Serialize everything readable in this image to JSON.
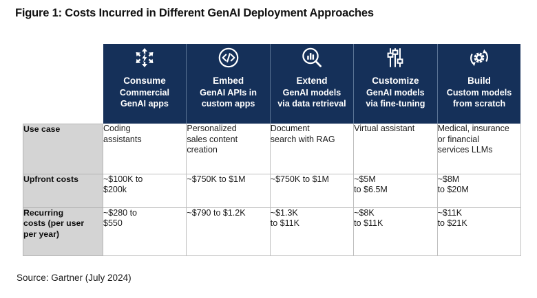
{
  "figure": {
    "title": "Figure 1: Costs Incurred in Different GenAI Deployment Approaches",
    "source": "Source: Gartner (July 2024)"
  },
  "colors": {
    "header_navy": "#153059",
    "row_label_gray": "#d4d4d4",
    "grid_line": "#bfbfbf",
    "text_dark": "#1a1a1a",
    "header_text": "#ffffff"
  },
  "chart_data": {
    "type": "table",
    "title": "Figure 1: Costs Incurred in Different GenAI Deployment Approaches",
    "source": "Source: Gartner (July 2024)",
    "columns": [
      {
        "icon": "scale-distribute-icon",
        "name": "Consume",
        "description": "Commercial GenAI apps"
      },
      {
        "icon": "code-brackets-circle-icon",
        "name": "Embed",
        "description": "GenAI APIs in custom apps"
      },
      {
        "icon": "search-bar-chart-icon",
        "name": "Extend",
        "description": "GenAI models via data retrieval"
      },
      {
        "icon": "sliders-icon",
        "name": "Customize",
        "description": "GenAI models via fine-tuning"
      },
      {
        "icon": "gear-refresh-icon",
        "name": "Build",
        "description": "Custom models from scratch"
      }
    ],
    "row_labels": [
      "Use case",
      "Upfront costs",
      "Recurring costs (per user per year)"
    ],
    "rows": [
      {
        "label": "Use case",
        "values": [
          "Coding assistants",
          "Personalized sales content creation",
          "Document search with RAG",
          "Virtual assistant",
          "Medical, insurance or financial services LLMs"
        ]
      },
      {
        "label": "Upfront costs",
        "values": [
          "~$100K to $200k",
          "~$750K to $1M",
          "~$750K to $1M",
          "~$5M to $6.5M",
          "~$8M to $20M"
        ]
      },
      {
        "label": "Recurring costs (per user per year)",
        "values": [
          "~$280 to $550",
          "~$790 to $1.2K",
          "~$1.3K to $11K",
          "~$8K to $11K",
          "~$11K to $21K"
        ]
      }
    ]
  },
  "header": {
    "columns": [
      {
        "name": "Consume",
        "line1": "Commercial",
        "line2": "GenAI apps"
      },
      {
        "name": "Embed",
        "line1": "GenAI APIs in",
        "line2": "custom apps"
      },
      {
        "name": "Extend",
        "line1": "GenAI models",
        "line2": "via data retrieval"
      },
      {
        "name": "Customize",
        "line1": "GenAI models",
        "line2": "via fine-tuning"
      },
      {
        "name": "Build",
        "line1": "Custom models",
        "line2": "from scratch"
      }
    ]
  },
  "rows": [
    {
      "label_l1": "Use case",
      "label_l2": "",
      "label_l3": "",
      "cells": [
        {
          "l1": "Coding",
          "l2": "assistants",
          "l3": ""
        },
        {
          "l1": "Personalized",
          "l2": "sales content",
          "l3": "creation"
        },
        {
          "l1": "Document",
          "l2": "search with RAG",
          "l3": ""
        },
        {
          "l1": "Virtual assistant",
          "l2": "",
          "l3": ""
        },
        {
          "l1": "Medical, insurance",
          "l2": "or financial",
          "l3": "services LLMs"
        }
      ]
    },
    {
      "label_l1": "Upfront costs",
      "label_l2": "",
      "label_l3": "",
      "cells": [
        {
          "l1": "~$100K to",
          "l2": "$200k",
          "l3": ""
        },
        {
          "l1": "~$750K to $1M",
          "l2": "",
          "l3": ""
        },
        {
          "l1": "~$750K to $1M",
          "l2": "",
          "l3": ""
        },
        {
          "l1": "~$5M",
          "l2": "to $6.5M",
          "l3": ""
        },
        {
          "l1": "~$8M",
          "l2": "to $20M",
          "l3": ""
        }
      ]
    },
    {
      "label_l1": "Recurring",
      "label_l2": "costs (per user",
      "label_l3": "per year)",
      "cells": [
        {
          "l1": "~$280 to",
          "l2": "$550",
          "l3": ""
        },
        {
          "l1": "~$790 to $1.2K",
          "l2": "",
          "l3": ""
        },
        {
          "l1": "~$1.3K",
          "l2": "to $11K",
          "l3": ""
        },
        {
          "l1": "~$8K",
          "l2": "to $11K",
          "l3": ""
        },
        {
          "l1": "~$11K",
          "l2": "to $21K",
          "l3": ""
        }
      ]
    }
  ]
}
